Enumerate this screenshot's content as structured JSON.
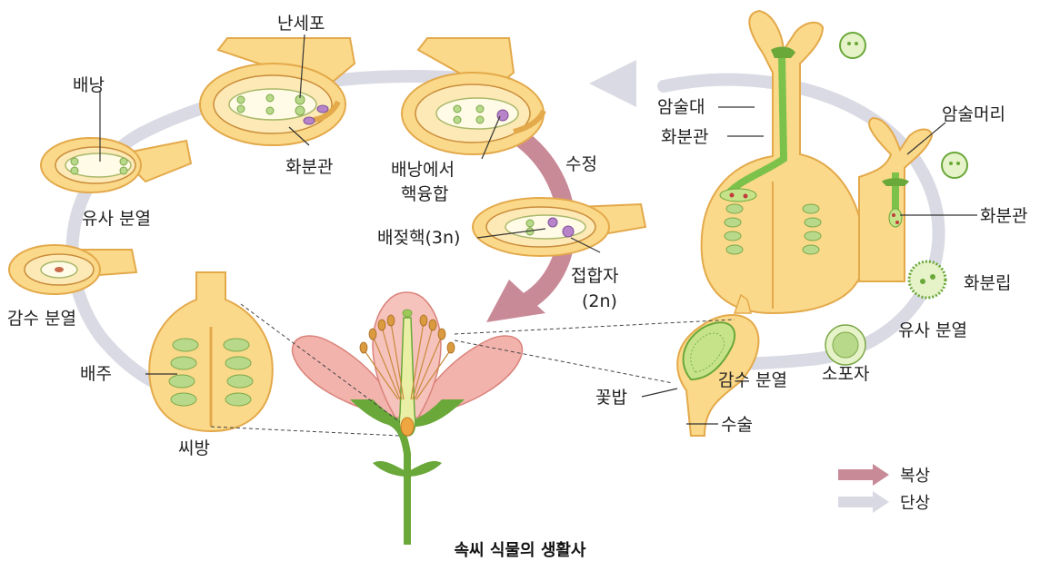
{
  "title": "속씨 식물의 생활사",
  "labels": {
    "nanseopo": "난세포",
    "baenang": "배낭",
    "hwabungwan_top": "화분관",
    "yusa_left": "유사 분열",
    "gamsu_left": "감수 분열",
    "baeju": "배주",
    "ssibang": "씨방",
    "baenang_yunghap_1": "배낭에서",
    "baenang_yunghap_2": "핵융합",
    "sujeong": "수정",
    "baejeothaek": "배젖핵(3n)",
    "jeophapja_1": "접합자",
    "jeophapja_2": "(2n)",
    "amsuldae": "암술대",
    "hwabungwan_pistil": "화분관",
    "amsulmeori": "암술머리",
    "hwabungwan_right": "화분관",
    "hwabunrip": "화분립",
    "yusa_right": "유사 분열",
    "soposa": "소포자",
    "gamsu_right": "감수 분열",
    "kkotbap": "꽃밥",
    "susul": "수술"
  },
  "legend": {
    "diploid": "복상",
    "haploid": "단상",
    "diploid_color": "#c98a98",
    "haploid_color": "#d9d9e3"
  }
}
